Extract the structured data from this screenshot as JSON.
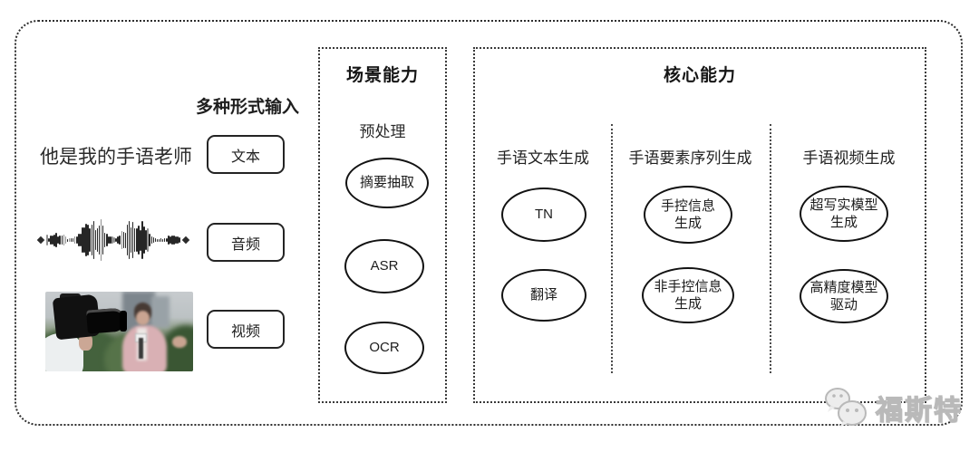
{
  "input_section": {
    "label": "多种形式输入",
    "sample_text": "他是我的手语老师",
    "modalities": [
      {
        "label": "文本"
      },
      {
        "label": "音频"
      },
      {
        "label": "视频"
      }
    ]
  },
  "scene_box": {
    "title": "场景能力",
    "subtitle": "预处理",
    "nodes": [
      "摘要抽取",
      "ASR",
      "OCR"
    ]
  },
  "core_box": {
    "title": "核心能力",
    "columns": [
      {
        "header": "手语文本生成",
        "nodes": [
          "TN",
          "翻译"
        ]
      },
      {
        "header": "手语要素序列生成",
        "nodes": [
          "手控信息\n生成",
          "非手控信息\n生成"
        ]
      },
      {
        "header": "手语视频生成",
        "nodes": [
          "超写实模型\n生成",
          "高精度模型\n驱动"
        ]
      }
    ]
  },
  "watermark": {
    "icon": "wechat-logo",
    "text": "福斯特"
  },
  "colors": {
    "line": "#2e2e2e",
    "watermark": "#c6c6c6"
  }
}
